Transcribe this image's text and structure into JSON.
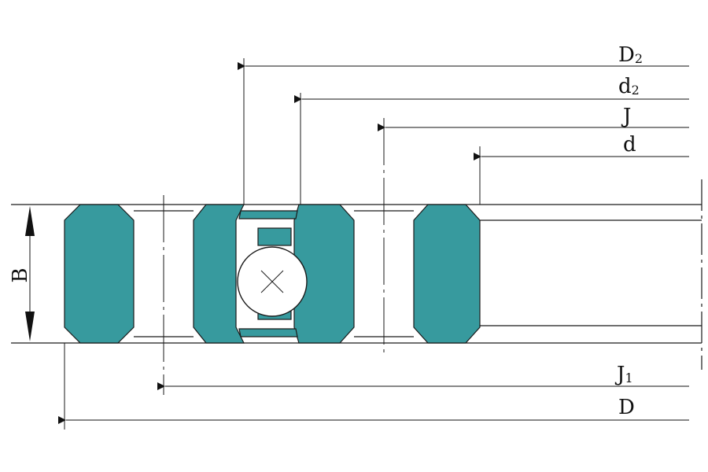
{
  "colors": {
    "fill": "#379A9E",
    "stroke": "#1a1a1a",
    "hatch": "#2a8589",
    "background": "#ffffff"
  },
  "labels": {
    "D2": {
      "main": "D",
      "sub": "2"
    },
    "d2": {
      "main": "d",
      "sub": "2"
    },
    "J": {
      "main": "J",
      "sub": ""
    },
    "d": {
      "main": "d",
      "sub": ""
    },
    "J1": {
      "main": "J",
      "sub": "1"
    },
    "D": {
      "main": "D",
      "sub": ""
    },
    "B": {
      "main": "B",
      "sub": ""
    }
  }
}
